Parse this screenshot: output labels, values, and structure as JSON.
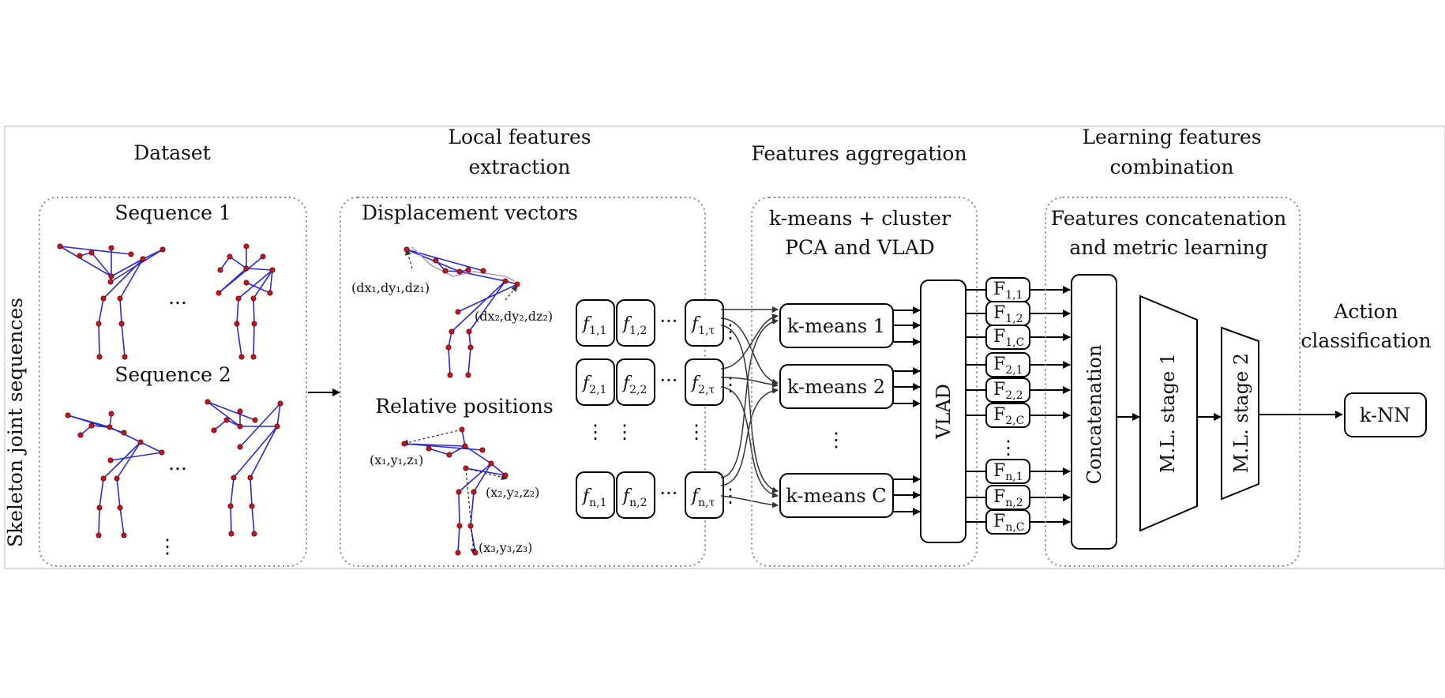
{
  "colors": {
    "bone": "#2a2ad0",
    "joint": "#c0161c",
    "frame": "#888888",
    "ink": "#111111"
  },
  "side_label": "Skeleton joint sequences",
  "dataset": {
    "title": "Dataset",
    "seq1": "Sequence 1",
    "seq2": "Sequence 2",
    "dots_h": "...",
    "dots_v": "⋮"
  },
  "local": {
    "title_line1": "Local features",
    "title_line2": "extraction",
    "displacement": "Displacement vectors",
    "relative": "Relative positions",
    "d1": "(dx₁,dy₁,dz₁)",
    "d2": "(dx₂,dy₂,dz₂)",
    "p1": "(x₁,y₁,z₁)",
    "p2": "(x₂,y₂,z₂)",
    "p3": "(x₃,y₃,z₃)"
  },
  "features_grid": {
    "rows": [
      {
        "c1": {
          "f": "f",
          "s": "1,1"
        },
        "c2": {
          "f": "f",
          "s": "1,2"
        },
        "cn": {
          "f": "f",
          "s": "1,τ"
        }
      },
      {
        "c1": {
          "f": "f",
          "s": "2,1"
        },
        "c2": {
          "f": "f",
          "s": "2,2"
        },
        "cn": {
          "f": "f",
          "s": "2,τ"
        }
      },
      {
        "c1": {
          "f": "f",
          "s": "n,1"
        },
        "c2": {
          "f": "f",
          "s": "n,2"
        },
        "cn": {
          "f": "f",
          "s": "n,τ"
        }
      }
    ],
    "ellipsis_h": "···",
    "ellipsis_v": "⋮"
  },
  "aggregation": {
    "title": "Features aggregation",
    "sub_line1": "k-means + cluster",
    "sub_line2": "PCA and VLAD",
    "kmeans": [
      "k-means 1",
      "k-means 2",
      "k-means C"
    ],
    "dots_v": "⋮",
    "vlad": "VLAD"
  },
  "F_vectors": [
    {
      "f": "F",
      "s": "1,1"
    },
    {
      "f": "F",
      "s": "1,2"
    },
    {
      "f": "F",
      "s": "1,C"
    },
    {
      "f": "F",
      "s": "2,1"
    },
    {
      "f": "F",
      "s": "2,2"
    },
    {
      "f": "F",
      "s": "2,C"
    },
    {
      "f": "F",
      "s": "n,1"
    },
    {
      "f": "F",
      "s": "n,2"
    },
    {
      "f": "F",
      "s": "n,C"
    }
  ],
  "F_dots": "⋮",
  "learning": {
    "title_line1": "Learning features",
    "title_line2": "combination",
    "sub_line1": "Features concatenation",
    "sub_line2": "and metric learning",
    "concat": "Concatenation",
    "stage1": "M.L. stage 1",
    "stage2": "M.L. stage 2"
  },
  "classification": {
    "title_line1": "Action",
    "title_line2": "classification",
    "knn": "k-NN"
  }
}
